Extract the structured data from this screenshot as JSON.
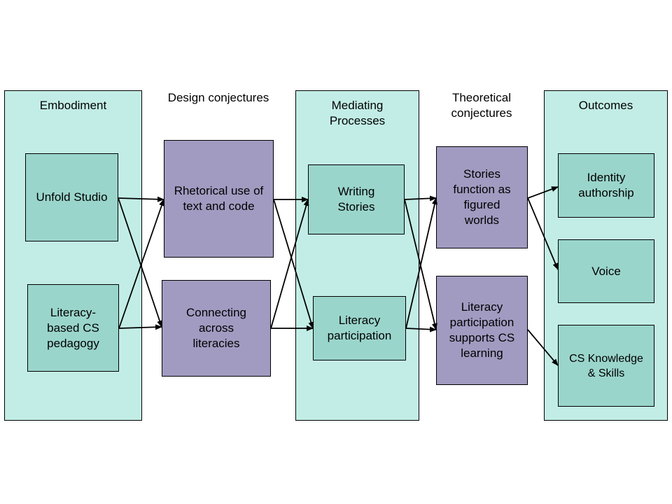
{
  "columns": {
    "embodiment": "Embodiment",
    "mediating": "Mediating\nProcesses",
    "outcomes": "Outcomes"
  },
  "headings": {
    "design": "Design conjectures",
    "theoretical": "Theoretical\nconjectures"
  },
  "boxes": {
    "unfold": "Unfold Studio",
    "literacy_based": "Literacy-\nbased CS\npedagogy",
    "rhetorical": "Rhetorical use of\ntext and code",
    "connecting": "Connecting\nacross\nliteracies",
    "writing": "Writing\nStories",
    "participation": "Literacy\nparticipation",
    "stories_function": "Stories\nfunction as\nfigured\nworlds",
    "supports": "Literacy\nparticipation\nsupports CS\nlearning",
    "identity": "Identity\nauthorship",
    "voice": "Voice",
    "cs_knowledge": "CS Knowledge\n& Skills"
  },
  "colors": {
    "column_fill": "#c2ede6",
    "process_fill": "#9ad5cb",
    "conjecture_fill": "#a19bc1",
    "arrow": "#000000"
  },
  "connections": [
    [
      "unfold",
      "rhetorical"
    ],
    [
      "unfold",
      "connecting"
    ],
    [
      "literacy_based",
      "rhetorical"
    ],
    [
      "literacy_based",
      "connecting"
    ],
    [
      "rhetorical",
      "writing"
    ],
    [
      "rhetorical",
      "participation"
    ],
    [
      "connecting",
      "writing"
    ],
    [
      "connecting",
      "participation"
    ],
    [
      "writing",
      "stories_function"
    ],
    [
      "writing",
      "supports"
    ],
    [
      "participation",
      "stories_function"
    ],
    [
      "participation",
      "supports"
    ],
    [
      "stories_function",
      "identity"
    ],
    [
      "stories_function",
      "voice"
    ],
    [
      "supports",
      "cs_knowledge"
    ]
  ]
}
